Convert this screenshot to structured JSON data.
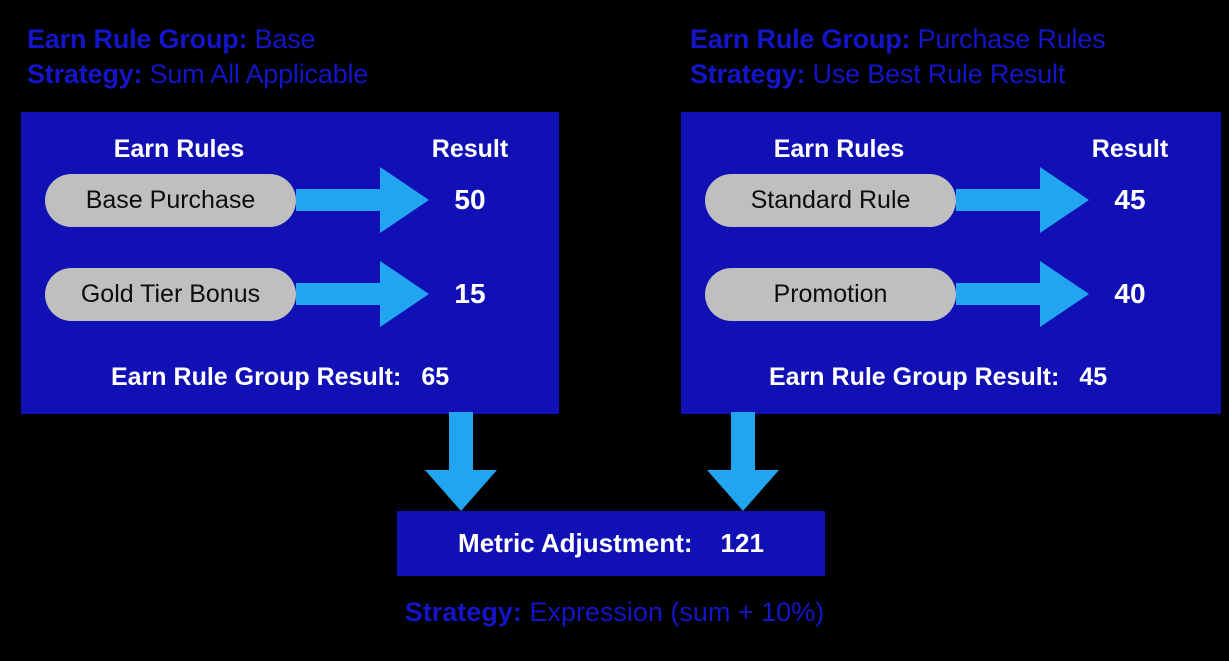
{
  "colors": {
    "background": "#000000",
    "panel_blue": "#1010B4",
    "arrow_cyan": "#22A5F0",
    "pill_gray": "#BFBFBF",
    "caption_blue": "#1414C8",
    "text_white": "#FFFFFF"
  },
  "groups": [
    {
      "header": {
        "group_label": "Earn Rule Group",
        "group_value": "Base",
        "strategy_label": "Strategy",
        "strategy_value": "Sum All Applicable"
      },
      "columns": {
        "rules": "Earn Rules",
        "result": "Result"
      },
      "rules": [
        {
          "name": "Base Purchase",
          "result": "50"
        },
        {
          "name": "Gold Tier Bonus",
          "result": "15"
        }
      ],
      "group_result_label": "Earn Rule Group Result:",
      "group_result_value": "65"
    },
    {
      "header": {
        "group_label": "Earn Rule Group",
        "group_value": "Purchase Rules",
        "strategy_label": "Strategy",
        "strategy_value": "Use Best Rule Result"
      },
      "columns": {
        "rules": "Earn Rules",
        "result": "Result"
      },
      "rules": [
        {
          "name": "Standard Rule",
          "result": "45"
        },
        {
          "name": "Promotion",
          "result": "40"
        }
      ],
      "group_result_label": "Earn Rule Group Result:",
      "group_result_value": "45"
    }
  ],
  "metric": {
    "label": "Metric Adjustment:",
    "value": "121"
  },
  "footer": {
    "strategy_label": "Strategy",
    "strategy_value": "Expression (sum + 10%)"
  },
  "icons": {
    "flow_arrow_right": "right-block-arrow",
    "flow_arrow_down": "down-block-arrow"
  }
}
